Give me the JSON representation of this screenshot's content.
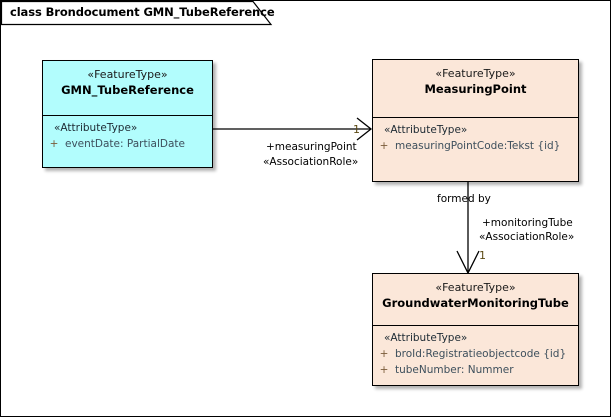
{
  "frame": {
    "title": "class Brondocument GMN_TubeReference"
  },
  "classes": {
    "gmn_tube_reference": {
      "stereotype": "«FeatureType»",
      "name": "GMN_TubeReference",
      "compartment_stereotype": "«AttributeType»",
      "attributes": [
        {
          "visibility": "+",
          "text": "eventDate: PartialDate"
        }
      ],
      "fill": "#b2fdfd"
    },
    "measuring_point": {
      "stereotype": "«FeatureType»",
      "name": "MeasuringPoint",
      "compartment_stereotype": "«AttributeType»",
      "attributes": [
        {
          "visibility": "+",
          "text": "measuringPointCode:Tekst {id}"
        }
      ],
      "fill": "#fbe7d9"
    },
    "groundwater_monitoring_tube": {
      "stereotype": "«FeatureType»",
      "name": "GroundwaterMonitoringTube",
      "compartment_stereotype": "«AttributeType»",
      "attributes": [
        {
          "visibility": "+",
          "text": "broId:Registratieobjectcode {id}"
        },
        {
          "visibility": "+",
          "text": "tubeNumber: Nummer"
        }
      ],
      "fill": "#fbe7d9"
    }
  },
  "associations": {
    "tube_to_measuringpoint": {
      "role": "+measuringPoint",
      "role_stereotype": "«AssociationRole»",
      "multiplicity": "1"
    },
    "measuringpoint_to_tube": {
      "name": "formed by",
      "role": "+monitoringTube",
      "role_stereotype": "«AssociationRole»",
      "multiplicity": "1"
    }
  }
}
